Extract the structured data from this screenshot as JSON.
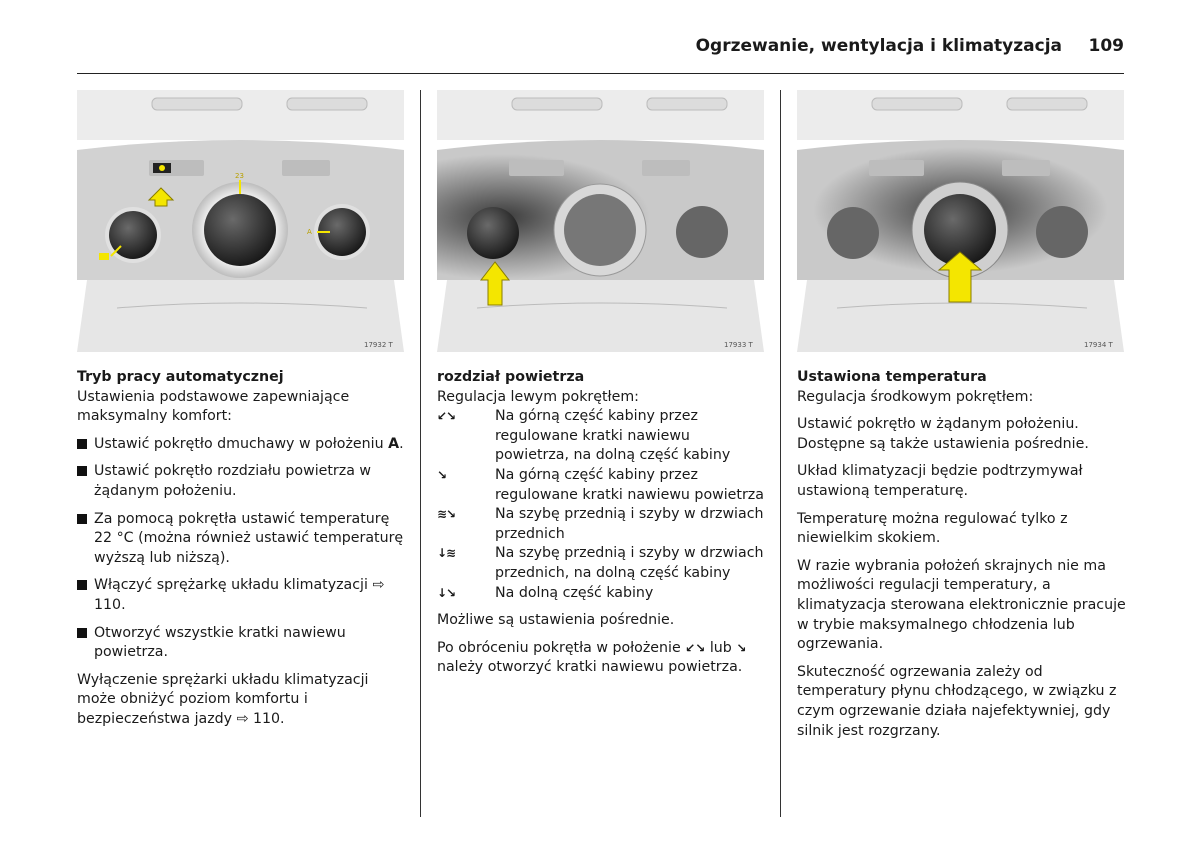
{
  "header": {
    "title": "Ogrzewanie, wentylacja i klimatyzacja",
    "page_number": "109"
  },
  "figures": [
    {
      "code": "17932 T",
      "dial_label_23": "23",
      "dial_label_a": "A"
    },
    {
      "code": "17933 T"
    },
    {
      "code": "17934 T"
    }
  ],
  "column1": {
    "heading": "Tryb pracy automatycznej",
    "intro": "Ustawienia podstawowe zapewniające maksymalny komfort:",
    "bullets": [
      {
        "text": "Ustawić pokrętło dmuchawy w położeniu ",
        "bold_suffix": "A",
        "suffix": "."
      },
      {
        "text": "Ustawić pokrętło rozdziału powietrza w żądanym położeniu."
      },
      {
        "text": "Za pomocą pokrętła ustawić temperaturę 22 °C (można również ustawić temperaturę wyższą lub niższą)."
      },
      {
        "text": "Włączyć sprężarkę układu klimatyzacji ⇨ 110."
      },
      {
        "text": "Otworzyć wszystkie kratki nawiewu powietrza."
      }
    ],
    "footer": "Wyłączenie sprężarki układu klimatyzacji może obniżyć poziom komfortu i bezpieczeństwa jazdy ⇨ 110."
  },
  "column2": {
    "heading": "rozdział powietrza",
    "intro": "Regulacja lewym pokrętłem:",
    "options": [
      {
        "icon": "vent-upper-lower-icon",
        "glyph": "↙↘",
        "text": "Na górną część kabiny przez regulowane kratki nawiewu powietrza, na dolną część kabiny"
      },
      {
        "icon": "vent-upper-icon",
        "glyph": "↘",
        "text": "Na górną część kabiny przez regulowane kratki nawiewu powietrza"
      },
      {
        "icon": "windscreen-icon",
        "glyph": "≋↘",
        "text": "Na szybę przednią i szyby w drzwiach przednich"
      },
      {
        "icon": "windscreen-floor-icon",
        "glyph": "↓≋",
        "text": "Na szybę przednią i szyby w drzwiach przednich, na dolną część kabiny"
      },
      {
        "icon": "floor-icon",
        "glyph": "↓↘",
        "text": "Na dolną część kabiny"
      }
    ],
    "note1": "Możliwe są ustawienia pośrednie.",
    "note2_a": "Po obróceniu pokrętła w położenie",
    "note2_b": "lub",
    "note2_c": "należy otworzyć kratki nawiewu powietrza."
  },
  "column3": {
    "heading": "Ustawiona temperatura",
    "intro": "Regulacja środkowym pokrętłem:",
    "paras": [
      "Ustawić pokrętło w żądanym położeniu. Dostępne są także ustawienia pośrednie.",
      "Układ klimatyzacji będzie podtrzymywał ustawioną temperaturę.",
      "Temperaturę można regulować tylko z niewielkim skokiem.",
      "W razie wybrania położeń skrajnych nie ma możliwości regulacji temperatury, a klimatyzacja sterowana elektronicznie pracuje w trybie maksymalnego chłodzenia lub ogrzewania.",
      "Skuteczność ogrzewania zależy od temperatury płynu chłodzącego, w związku z czym ogrzewanie działa najefektywniej, gdy silnik jest rozgrzany."
    ]
  },
  "colors": {
    "arrow": "#f4e600",
    "panel": "#d4d4d4",
    "knob": "#2a2a2a"
  }
}
